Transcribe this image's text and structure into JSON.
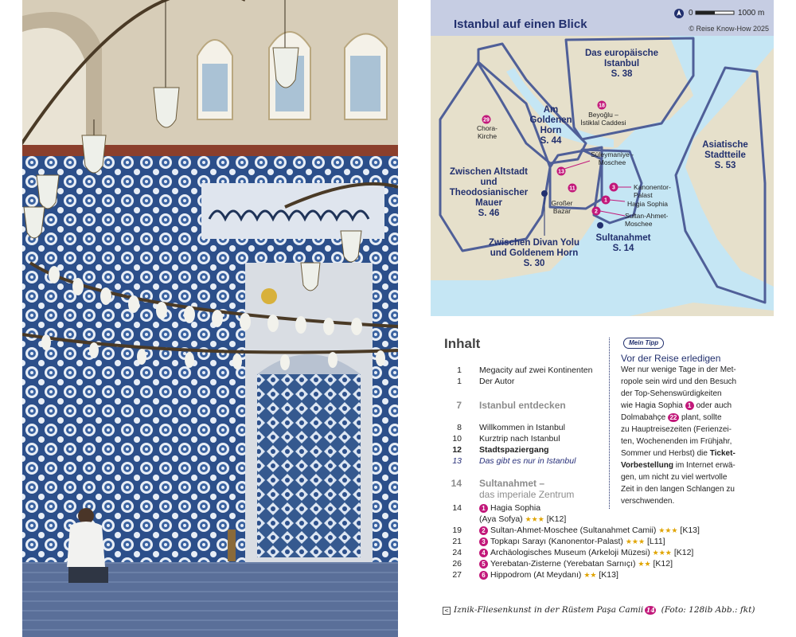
{
  "photo": {
    "caption_icon": "photo-pointer-icon"
  },
  "map": {
    "title": "Istanbul auf einen Blick",
    "scale_start": "0",
    "scale_end": "1000 m",
    "copyright": "© Reise Know-How 2025",
    "districts": [
      {
        "name": "Das europäische Istanbul",
        "page": "S. 38"
      },
      {
        "name": "Am Goldenen Horn",
        "page": "S. 44"
      },
      {
        "name": "Zwischen Altstadt und Theodosianischer Mauer",
        "page": "S. 46"
      },
      {
        "name": "Zwischen Divan Yolu und Goldenem Horn",
        "page": "S. 30"
      },
      {
        "name": "Sultanahmet",
        "page": "S. 14"
      },
      {
        "name": "Asiatische Stadtteile",
        "page": "S. 53"
      }
    ],
    "pois": [
      {
        "num": "18",
        "label": "Beyoğlu – İstiklal Caddesi"
      },
      {
        "num": "29",
        "label": "Chora-Kirche"
      },
      {
        "num": "13",
        "label": "Süleymaniye - Moschee"
      },
      {
        "num": "11",
        "label": "Großer Bazar"
      },
      {
        "num": "3",
        "label": "Kanonentor-Palast"
      },
      {
        "num": "1",
        "label": "Hagia Sophia"
      },
      {
        "num": "2",
        "label": "Sultan-Ahmet-Moschee"
      }
    ],
    "colors": {
      "water": "#c5e6f4",
      "land": "#e6e0cb",
      "route": "#4f5f98",
      "title_bar": "#c6cde3",
      "marker": "#c2187a"
    }
  },
  "toc": {
    "title": "Inhalt",
    "rows": [
      {
        "page": "1",
        "text": "Megacity auf zwei Kontinenten",
        "style": "normal"
      },
      {
        "page": "1",
        "text": "Der Autor",
        "style": "normal"
      },
      {
        "page": "7",
        "text": "Istanbul entdecken",
        "style": "head"
      },
      {
        "page": "8",
        "text": "Willkommen in Istanbul",
        "style": "normal"
      },
      {
        "page": "10",
        "text": "Kurztrip nach Istanbul",
        "style": "normal"
      },
      {
        "page": "12",
        "text": "Stadtspaziergang",
        "style": "bold"
      },
      {
        "page": "13",
        "text": "Das gibt es nur in Istanbul",
        "style": "ital"
      },
      {
        "page": "14",
        "text": "Sultanahmet –",
        "text2": "das imperiale Zentrum",
        "style": "head"
      },
      {
        "page": "14",
        "num": "1",
        "text": "Hagia Sophia",
        "text2": "(Aya Sofya)",
        "stars": "★★★",
        "grid": "[K12]",
        "style": "normal"
      },
      {
        "page": "19",
        "num": "2",
        "text": "Sultan-Ahmet-Moschee (Sultanahmet Camii)",
        "stars": "★★★",
        "grid": "[K13]",
        "style": "normal"
      },
      {
        "page": "21",
        "num": "3",
        "text": "Topkapı Sarayı (Kanonentor-Palast)",
        "stars": "★★★",
        "grid": "[L11]",
        "style": "normal"
      },
      {
        "page": "24",
        "num": "4",
        "text": "Archäologisches Museum (Arkeloji Müzesi)",
        "stars": "★★★",
        "grid": "[K12]",
        "style": "normal"
      },
      {
        "page": "26",
        "num": "5",
        "text": "Yerebatan-Zisterne (Yerebatan Sarnıçı)",
        "stars": "★★",
        "grid": "[K12]",
        "style": "normal"
      },
      {
        "page": "27",
        "num": "6",
        "text": "Hippodrom (At Meydanı)",
        "stars": "★★",
        "grid": "[K13]",
        "style": "normal"
      }
    ]
  },
  "tipp": {
    "badge": "Mein Tipp",
    "title": "Vor der Reise erledigen",
    "lines": [
      "Wer nur wenige Tage in der Met-",
      "ropole sein wird und den Besuch",
      "der Top-Sehenswürdigkeiten",
      "wie Hagia Sophia",
      "oder auch",
      "Dolmabahçe",
      "plant, sollte",
      "zu Hauptreisezeiten (Ferienzei-",
      "ten, Wochenenden im Frühjahr,",
      "Sommer und Herbst) die",
      "Ticket-",
      "Vorbestellung",
      "im Internet erwä-",
      "gen, um nicht zu viel wertvolle",
      "Zeit in den langen Schlangen zu",
      "verschwenden."
    ],
    "marker_1": "1",
    "marker_22": "22"
  },
  "caption": {
    "text": "Iznik-Fliesenkunst in der Rüstem Paşa Camii",
    "num": "14",
    "credit": "(Foto: 128ib Abb.: fkt)"
  }
}
